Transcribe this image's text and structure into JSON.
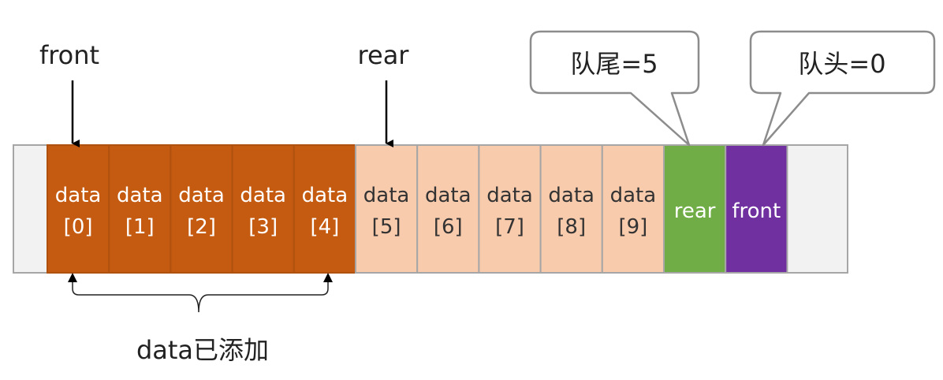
{
  "pointers": {
    "front_label": "front",
    "rear_label": "rear"
  },
  "cells": [
    {
      "line1": "data",
      "line2": "[0]",
      "state": "added"
    },
    {
      "line1": "data",
      "line2": "[1]",
      "state": "added"
    },
    {
      "line1": "data",
      "line2": "[2]",
      "state": "added"
    },
    {
      "line1": "data",
      "line2": "[3]",
      "state": "added"
    },
    {
      "line1": "data",
      "line2": "[4]",
      "state": "added"
    },
    {
      "line1": "data",
      "line2": "[5]",
      "state": "empty"
    },
    {
      "line1": "data",
      "line2": "[6]",
      "state": "empty"
    },
    {
      "line1": "data",
      "line2": "[7]",
      "state": "empty"
    },
    {
      "line1": "data",
      "line2": "[8]",
      "state": "empty"
    },
    {
      "line1": "data",
      "line2": "[9]",
      "state": "empty"
    },
    {
      "line1": "rear",
      "line2": "",
      "state": "rear"
    },
    {
      "line1": "front",
      "line2": "",
      "state": "front"
    }
  ],
  "callouts": {
    "rear_value": "队尾=5",
    "front_value": "队头=0"
  },
  "brace_label": "data已添加",
  "colors": {
    "added": "#c55a11",
    "empty": "#f8cbad",
    "rear": "#70ad47",
    "front": "#7030a0",
    "padding": "#f2f2f2",
    "border": "#a6a6a6"
  }
}
